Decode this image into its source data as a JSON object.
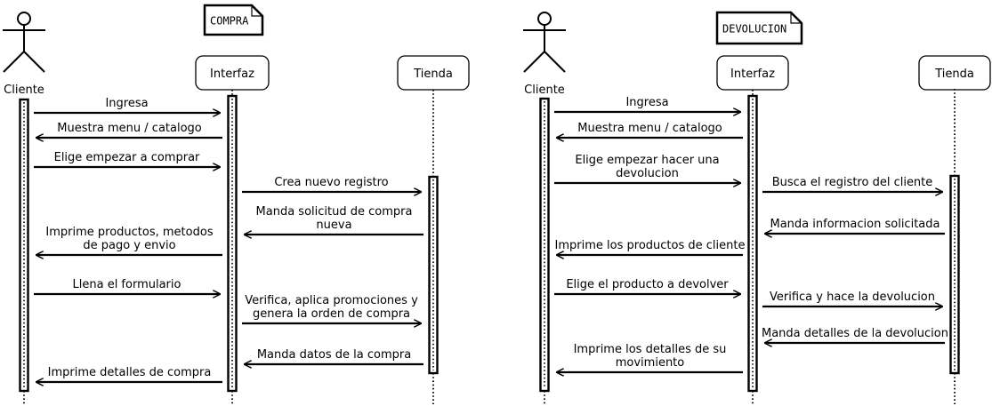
{
  "diagrams": [
    {
      "note": "COMPRA",
      "actor": "Cliente",
      "participants": [
        "Interfaz",
        "Tienda"
      ],
      "messages": [
        [
          "Ingresa"
        ],
        [
          "Muestra menu / catalogo"
        ],
        [
          "Elige empezar a comprar"
        ],
        [
          "Crea nuevo registro"
        ],
        [
          "Manda solicitud de compra",
          "nueva"
        ],
        [
          "Imprime productos, metodos",
          "de pago y envio"
        ],
        [
          "Llena el formulario"
        ],
        [
          "Verifica, aplica promociones y",
          "genera la orden de compra"
        ],
        [
          "Manda datos de la compra"
        ],
        [
          "Imprime detalles de compra"
        ]
      ]
    },
    {
      "note": "DEVOLUCION",
      "actor": "Cliente",
      "participants": [
        "Interfaz",
        "Tienda"
      ],
      "messages": [
        [
          "Ingresa"
        ],
        [
          "Muestra menu / catalogo"
        ],
        [
          "Elige empezar hacer una",
          "devolucion"
        ],
        [
          "Busca el registro del cliente"
        ],
        [
          "Manda informacion solicitada"
        ],
        [
          "Imprime los productos de cliente"
        ],
        [
          "Elige el producto a devolver"
        ],
        [
          "Verifica y hace la devolucion"
        ],
        [
          "Manda detalles de la devolucion"
        ],
        [
          "Imprime los detalles de su",
          "movimiento"
        ]
      ]
    }
  ]
}
